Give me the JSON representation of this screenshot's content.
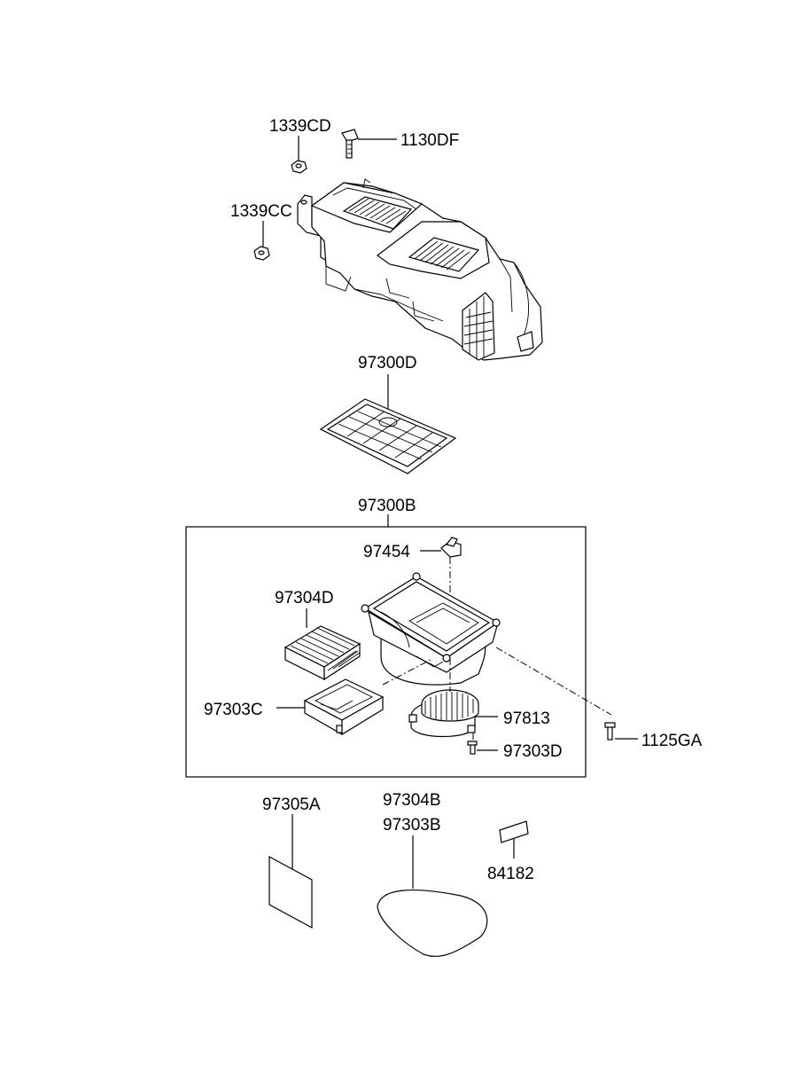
{
  "labels": {
    "p1339CD": "1339CD",
    "p1130DF": "1130DF",
    "p1339CC": "1339CC",
    "p97300D": "97300D",
    "p97300B": "97300B",
    "p97454": "97454",
    "p97304D": "97304D",
    "p97303C": "97303C",
    "p97813": "97813",
    "p97303D": "97303D",
    "p1125GA": "1125GA",
    "p97305A": "97305A",
    "p97304B": "97304B",
    "p97303B": "97303B",
    "p84182": "84182"
  }
}
